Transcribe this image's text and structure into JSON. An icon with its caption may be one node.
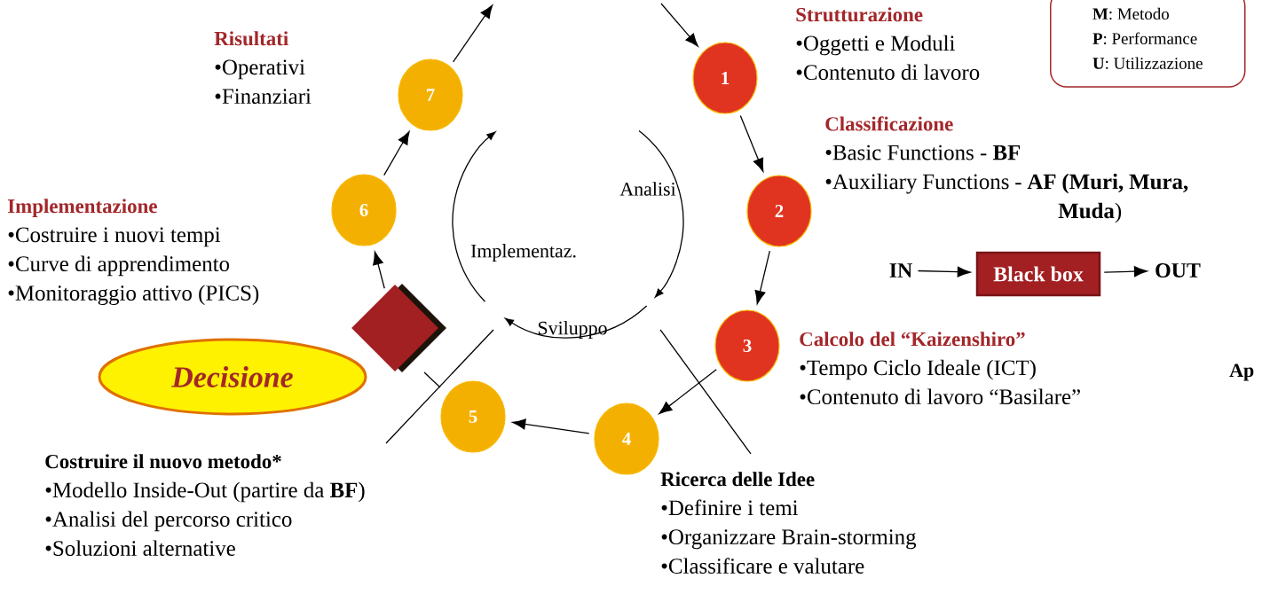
{
  "diagram": {
    "nodes": [
      {
        "text": [
          "**M**: Metodo",
          "**P**: Performance",
          "**U**: Utilizzazione"
        ]
      },
      {
        "text": [
          "1"
        ],
        "beside": [
          "Strutturazione",
          "•Oggetti e Moduli",
          "•Contenuto di lavoro"
        ]
      },
      {
        "text": [
          "2"
        ],
        "beside": [
          "Classificazione",
          "•Basic Functions - **BF**",
          "•Auxiliary Functions - **AF (Muri, Mura, Muda**)"
        ]
      },
      {
        "text": [
          "3"
        ],
        "beside": [
          "Calcolo del “Kaizenshiro”",
          "•Tempo Ciclo Ideale (ICT)",
          "•Contenuto di lavoro “Basilare”"
        ]
      },
      {
        "text": [
          "4"
        ],
        "beside": [
          "Ricerca delle Idee",
          "•Definire i temi",
          "•Organizzare Brain-storming",
          "•Classificare e valutare"
        ]
      },
      {
        "text": [
          "5"
        ],
        "beside": [
          "Costruire il nuovo metodo*",
          "•Modello Inside-Out (partire da **BF**)",
          "•Analisi del percorso critico",
          "•Soluzioni alternative"
        ]
      },
      {
        "text": [
          "6"
        ],
        "beside": [
          "Implementazione",
          "•Costruire i nuovi tempi",
          "•Curve di apprendimento",
          "•Monitoraggio attivo (PICS)"
        ]
      },
      {
        "text": [
          "7"
        ],
        "beside": [
          "Risultati",
          "•Operativi",
          "•Finanziari"
        ]
      },
      {
        "text": [],
        "shape": "diamond"
      },
      {
        "text": [
          "Decisione"
        ]
      },
      {
        "text": [
          "IN"
        ]
      },
      {
        "text": [
          "Black box"
        ]
      },
      {
        "text": [
          "OUT"
        ]
      }
    ],
    "edges": [
      {
        "from": null,
        "to": 1,
        "arrow": "to"
      },
      {
        "from": 1,
        "to": 2,
        "arrow": "to"
      },
      {
        "from": 2,
        "to": 3,
        "arrow": "to"
      },
      {
        "from": 3,
        "to": 4,
        "arrow": "to"
      },
      {
        "from": 4,
        "to": 5,
        "arrow": "to"
      },
      {
        "from": 8,
        "to": 6,
        "arrow": "to"
      },
      {
        "from": 6,
        "to": 7,
        "arrow": "to"
      },
      {
        "from": 7,
        "to": null,
        "arrow": "to"
      },
      {
        "from": 10,
        "to": 11,
        "arrow": "to"
      },
      {
        "from": 11,
        "to": 12,
        "arrow": "to"
      }
    ],
    "labels": [
      "Analisi",
      "Implementaz.",
      "Sviluppo",
      "Ap"
    ]
  }
}
